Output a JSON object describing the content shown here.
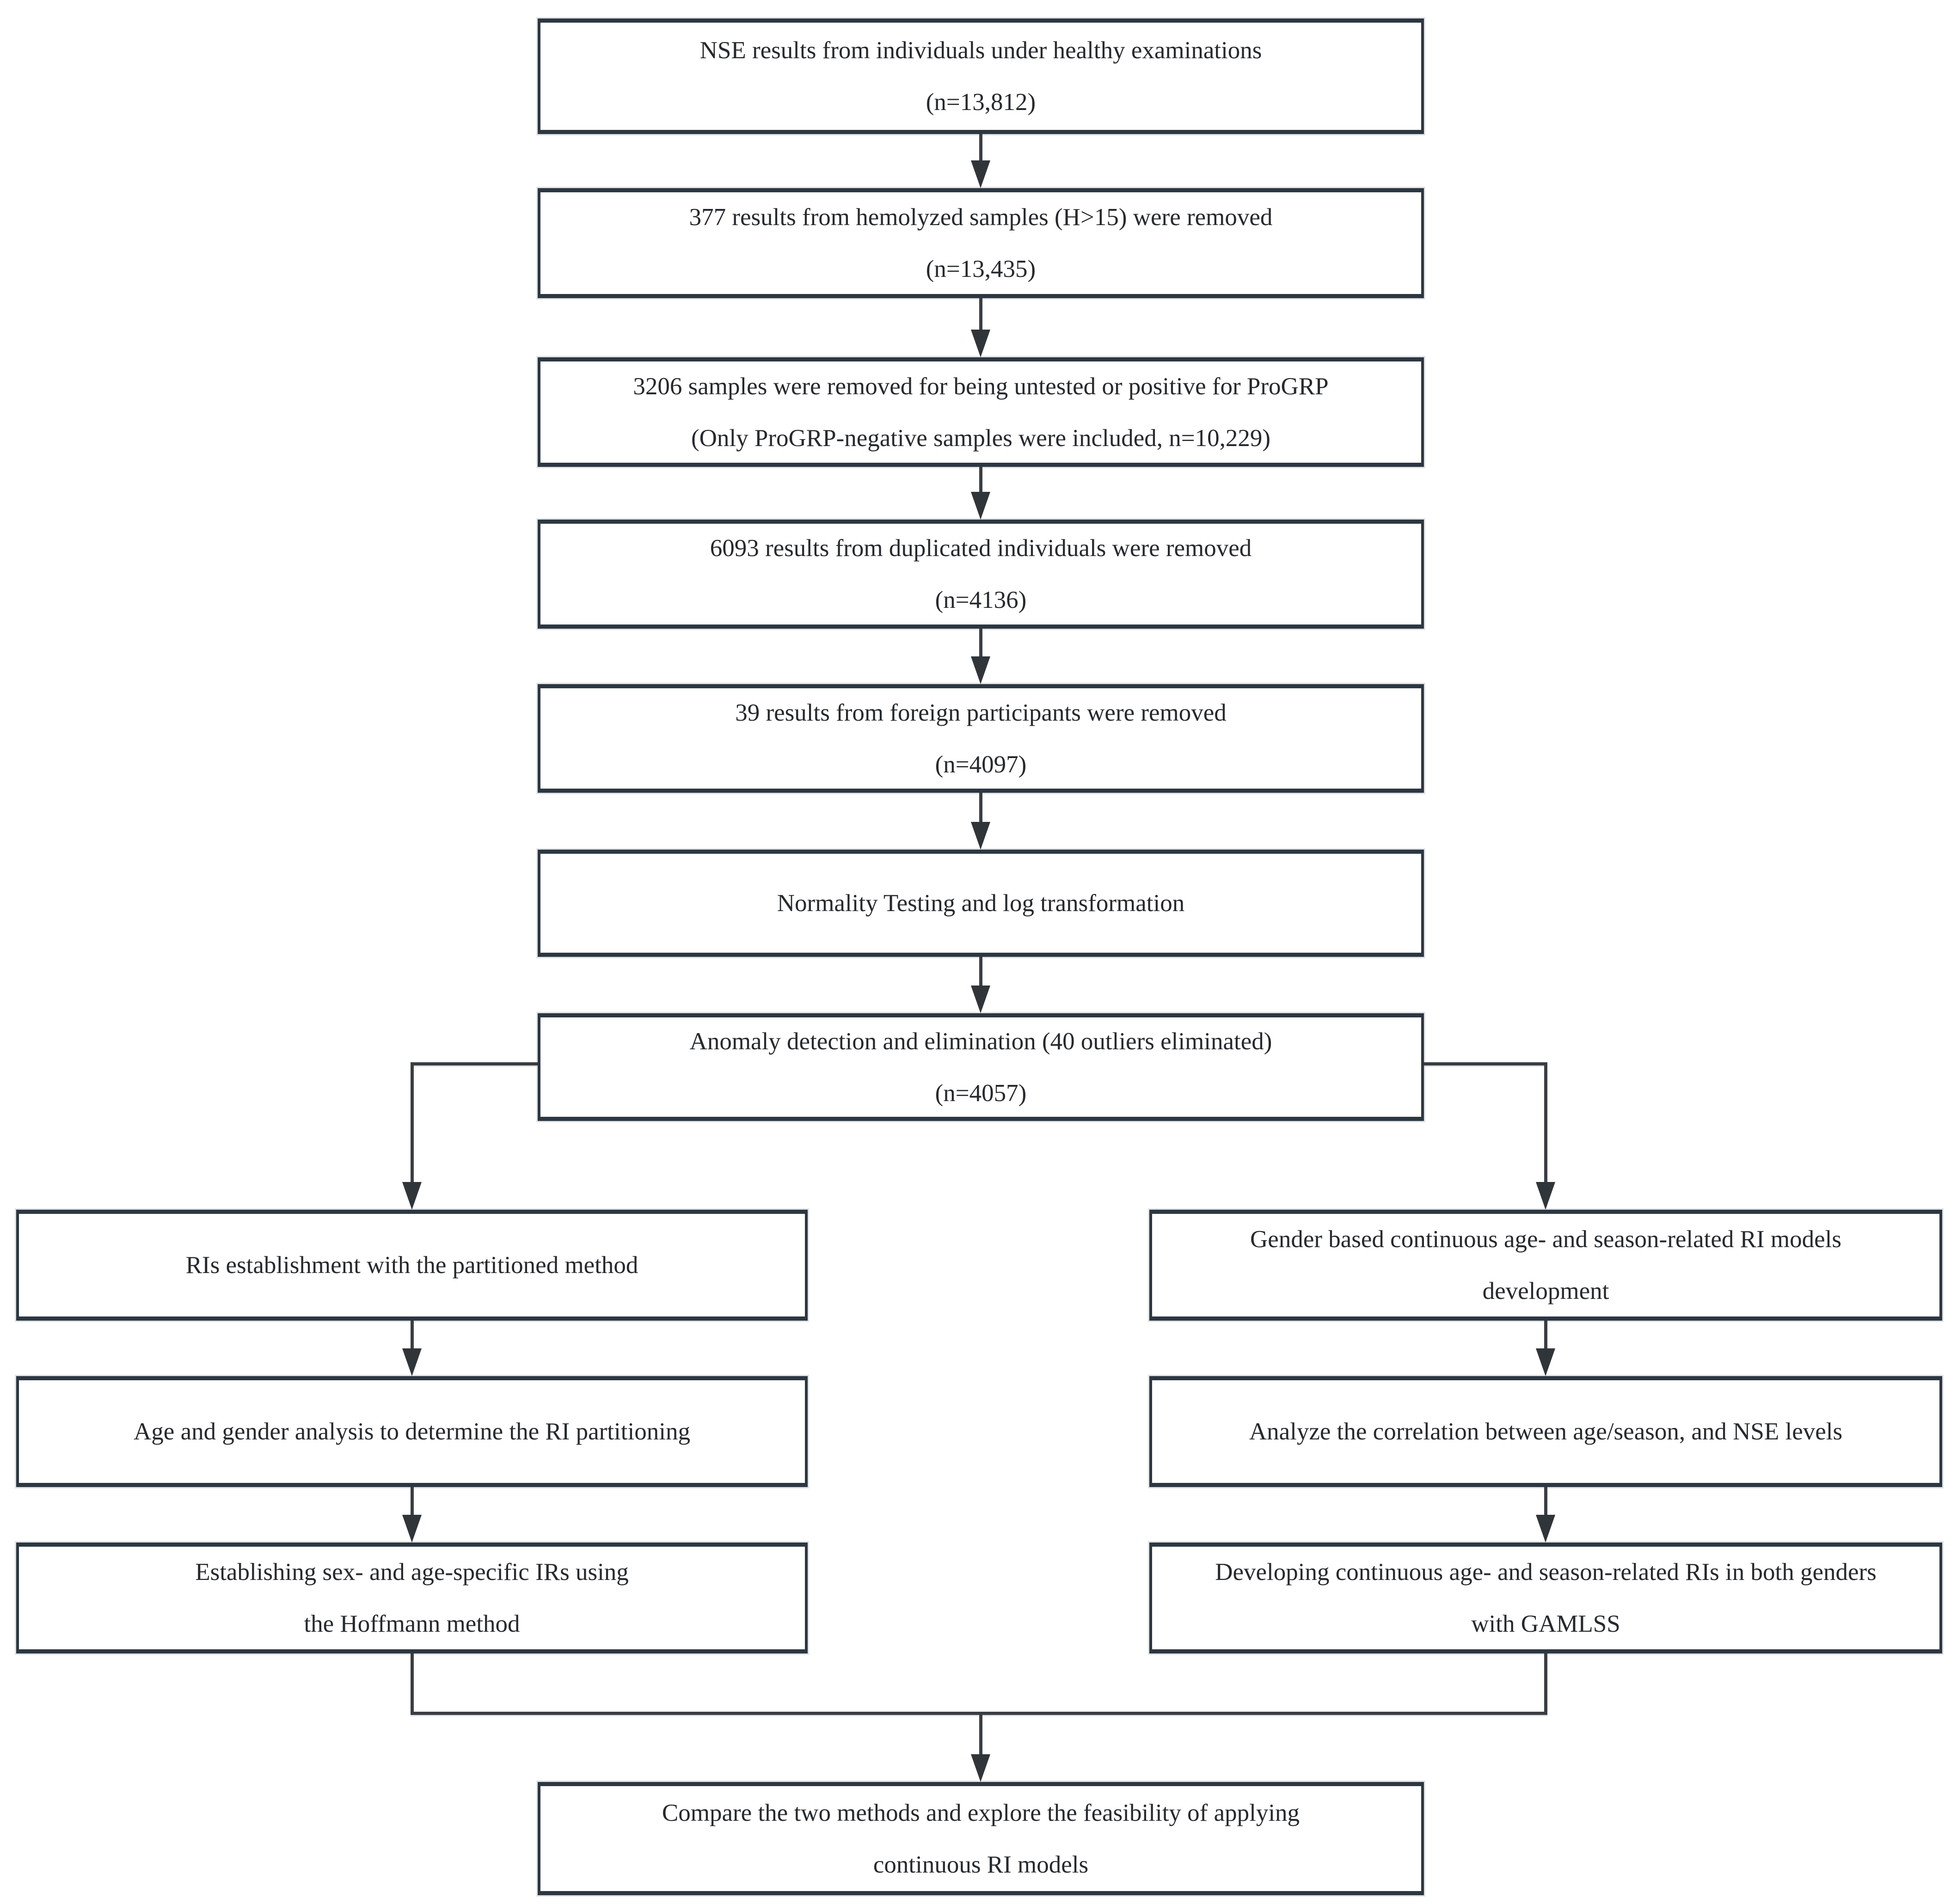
{
  "figure": {
    "background": "#ffffff",
    "box_border_color": "#2c3741",
    "line_color": "#3a3e42",
    "arrow_color": "#30353a",
    "text_color": "#26292d"
  },
  "flow": {
    "main": [
      {
        "line1": "NSE results from individuals under healthy examinations",
        "line2": "(n=13,812)"
      },
      {
        "line1": "377 results from hemolyzed samples (H>15) were removed",
        "line2": "(n=13,435)"
      },
      {
        "line1": "3206 samples were removed for being untested or positive for ProGRP",
        "line2": "(Only ProGRP-negative samples were included, n=10,229)"
      },
      {
        "line1": "6093 results from duplicated individuals were removed",
        "line2": "(n=4136)"
      },
      {
        "line1": "39 results from foreign participants were removed",
        "line2": "(n=4097)"
      },
      {
        "line1": "Normality Testing and log transformation",
        "line2": ""
      },
      {
        "line1": "Anomaly detection and elimination (40 outliers eliminated)",
        "line2": "(n=4057)"
      }
    ],
    "left_branch": [
      {
        "line1": "RIs establishment with the partitioned method",
        "line2": ""
      },
      {
        "line1": "Age and gender analysis to determine the RI partitioning",
        "line2": ""
      },
      {
        "line1": "Establishing sex- and age-specific IRs using",
        "line2": "the Hoffmann method"
      }
    ],
    "right_branch": [
      {
        "line1": "Gender based continuous age- and season-related RI models",
        "line2": "development"
      },
      {
        "line1": "Analyze the correlation between age/season, and NSE levels",
        "line2": ""
      },
      {
        "line1": "Developing continuous age- and season-related RIs in both genders",
        "line2": "with GAMLSS"
      }
    ],
    "final": {
      "line1": "Compare the two methods and explore the feasibility of applying",
      "line2": "continuous RI models"
    }
  }
}
